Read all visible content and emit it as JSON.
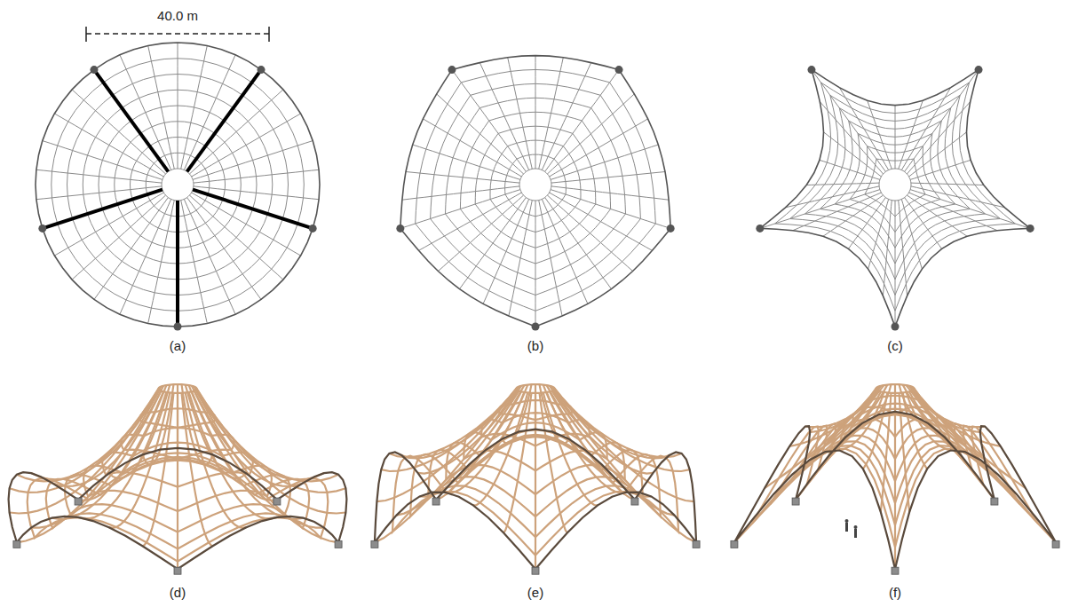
{
  "diagram": {
    "labels": [
      "40.0 m",
      "(a)",
      "(b)",
      "(c)",
      "(d)",
      "(e)",
      "(f)"
    ]
  }
}
